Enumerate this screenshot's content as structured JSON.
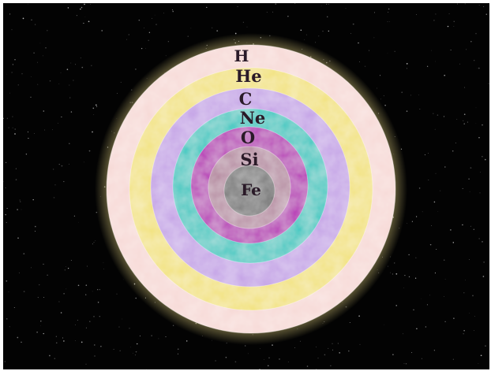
{
  "diagram": {
    "layers": [
      {
        "element": "H",
        "color": "#f7d9d6",
        "label_color": "#5a1f2a"
      },
      {
        "element": "He",
        "color": "#f2e27a",
        "label_color": "#3a2a10"
      },
      {
        "element": "C",
        "color": "#c4a2e6",
        "label_color": "#2a1a3a"
      },
      {
        "element": "Ne",
        "color": "#2fc7c0",
        "label_color": "#0f2a3a"
      },
      {
        "element": "O",
        "color": "#b522b4",
        "label_color": "#3a0f35"
      },
      {
        "element": "Si",
        "color": "#b58aa0",
        "label_color": "#2a1a22"
      },
      {
        "element": "Fe",
        "color": "#6e6e6e",
        "label_color": "#222222"
      }
    ],
    "background_color": "#030303",
    "glow_color": "#f6e48a"
  }
}
